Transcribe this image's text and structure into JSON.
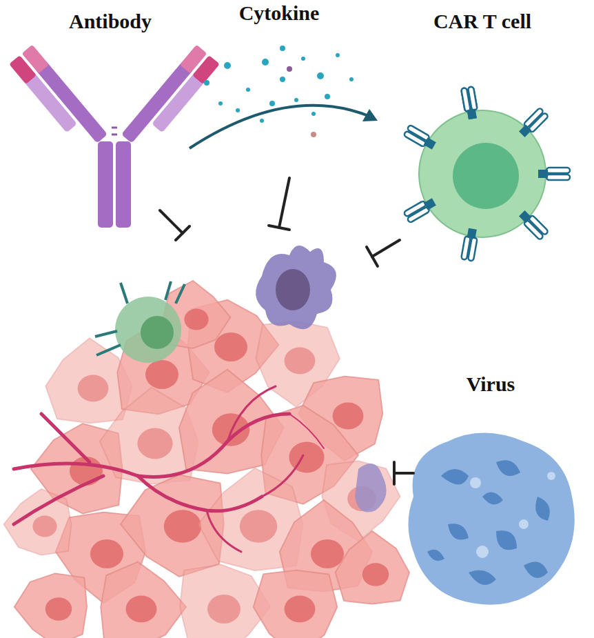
{
  "diagram": {
    "labels": [
      "Antibody",
      "Cytokine",
      "CAR T cell",
      "Virus"
    ]
  }
}
